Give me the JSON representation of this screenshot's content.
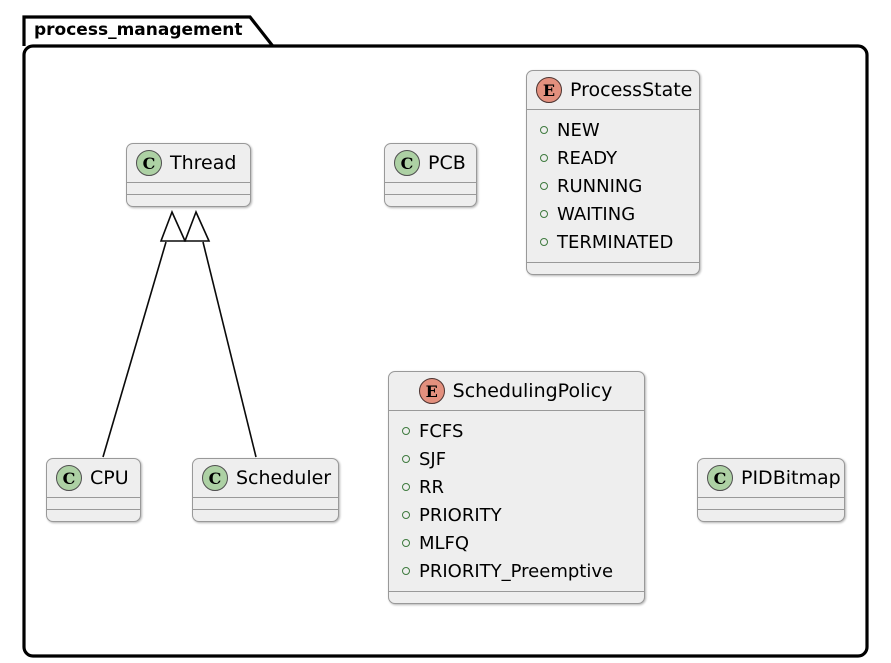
{
  "diagram": {
    "type": "uml-class-diagram",
    "package": {
      "name": "process_management"
    },
    "colors": {
      "class_badge": "#ADD1A4",
      "enum_badge": "#E3907E",
      "box_fill": "#EEEEEE",
      "box_border": "#999999",
      "package_border": "#000000",
      "enum_bullet": "#3E7A3E",
      "background": "#FFFFFF"
    },
    "classes": [
      {
        "name": "Thread",
        "stereotype": "C",
        "attributes": [],
        "methods": []
      },
      {
        "name": "PCB",
        "stereotype": "C",
        "attributes": [],
        "methods": []
      },
      {
        "name": "CPU",
        "stereotype": "C",
        "attributes": [],
        "methods": []
      },
      {
        "name": "Scheduler",
        "stereotype": "C",
        "attributes": [],
        "methods": []
      },
      {
        "name": "PIDBitmap",
        "stereotype": "C",
        "attributes": [],
        "methods": []
      }
    ],
    "enums": [
      {
        "name": "ProcessState",
        "stereotype": "E",
        "values": [
          "NEW",
          "READY",
          "RUNNING",
          "WAITING",
          "TERMINATED"
        ]
      },
      {
        "name": "SchedulingPolicy",
        "stereotype": "E",
        "values": [
          "FCFS",
          "SJF",
          "RR",
          "PRIORITY",
          "MLFQ",
          "PRIORITY_Preemptive"
        ]
      }
    ],
    "relationships": [
      {
        "type": "generalization",
        "from": "CPU",
        "to": "Thread"
      },
      {
        "type": "generalization",
        "from": "Scheduler",
        "to": "Thread"
      }
    ]
  }
}
